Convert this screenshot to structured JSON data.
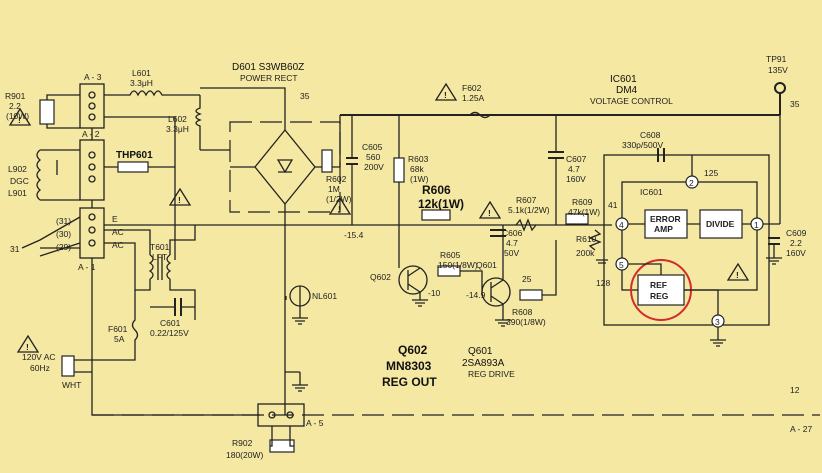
{
  "connectors": {
    "a3": "A - 3",
    "a2": "A - 2",
    "a1": "A - 1",
    "a5": "A - 5",
    "a27": "A - 27"
  },
  "components": {
    "r901": [
      "R901",
      "2.2",
      "(10W)"
    ],
    "l601": [
      "L601",
      "3.3μH"
    ],
    "l602": [
      "L602",
      "3.3μH"
    ],
    "d601": [
      "D601 S3WB60Z",
      "POWER RECT"
    ],
    "thp601": "THP601",
    "l902": "L902",
    "dgc": "DGC",
    "l901": "L901",
    "pins": {
      "p31": "(31)",
      "p30": "(30)",
      "p29": "(29)",
      "in31": "31",
      "e": "E",
      "ac1": "AC",
      "ac2": "AC"
    },
    "t601": [
      "T601",
      "LFT"
    ],
    "f601": [
      "F601",
      "5A"
    ],
    "c601": [
      "C601",
      "0.22/125V"
    ],
    "ac_in": [
      "120V AC",
      "60Hz",
      "WHT"
    ],
    "r902": [
      "R902",
      "180(20W)"
    ],
    "nl601": "NL601",
    "c605": [
      "C605",
      "560",
      "200V"
    ],
    "r602": [
      "R602",
      "1M",
      "(1/2W)"
    ],
    "r603": [
      "R603",
      "68k",
      "(1W)"
    ],
    "r606": [
      "R606",
      "12k(1W)"
    ],
    "f602": [
      "F602",
      "1.25A"
    ],
    "r607": [
      "R607",
      "5.1k(1/2W)"
    ],
    "c606": [
      "C606",
      "4.7",
      "50V"
    ],
    "c607": [
      "C607",
      "4.7",
      "160V"
    ],
    "r605": [
      "R605",
      "150(1/8W)"
    ],
    "r608": [
      "R608",
      "390(1/8W)"
    ],
    "r609": [
      "R609",
      "47k(1W)"
    ],
    "r610": [
      "R610",
      "200k"
    ],
    "ic601": [
      "IC601",
      "DM4",
      "VOLTAGE CONTROL"
    ],
    "tp91": [
      "TP91",
      "135V"
    ],
    "c608": [
      "C608",
      "330p/500V"
    ],
    "c609": [
      "C609",
      "2.2",
      "160V"
    ],
    "ic_box": "IC601",
    "error_amp": [
      "ERROR",
      "AMP"
    ],
    "divide": "DIVIDE",
    "ref_reg": [
      "REF",
      "REG"
    ],
    "q601_tag": "Q601",
    "q602_tag": "Q602",
    "q601": [
      "Q601",
      "2SA893A",
      "REG DRIVE"
    ],
    "q602": [
      "Q602",
      "MN8303",
      "REG OUT"
    ]
  },
  "nodes": {
    "n35a": "35",
    "n35b": "35",
    "n154": "-15.4",
    "n10": "-10",
    "n149": "-14.9",
    "n25": "25",
    "n125": "125",
    "n41": "41",
    "n128": "128",
    "n12": "12"
  },
  "ic_pins": [
    "1",
    "2",
    "3",
    "4",
    "5"
  ],
  "colors": {
    "paper": "#f4e8a2",
    "ink": "#222222",
    "highlight": "#d42a2a"
  }
}
